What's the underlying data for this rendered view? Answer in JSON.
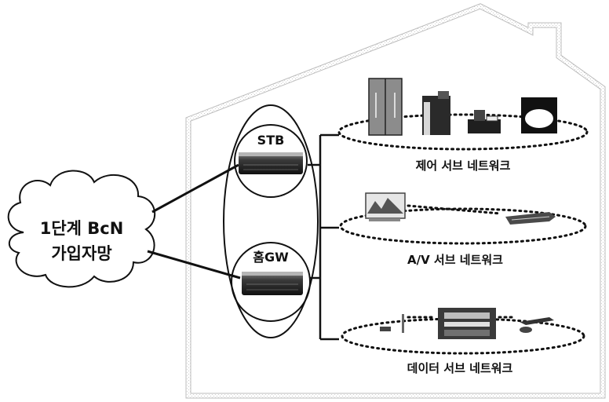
{
  "cloud": {
    "line1": "1단계 BcN",
    "line2": "가입자망"
  },
  "devices": {
    "stb": "STB",
    "home_gw": "홈GW"
  },
  "networks": [
    {
      "label": "제어 서브 네트워크"
    },
    {
      "label": "A/V 서브 네트워크"
    },
    {
      "label": "데이터 서브 네트워크"
    }
  ]
}
